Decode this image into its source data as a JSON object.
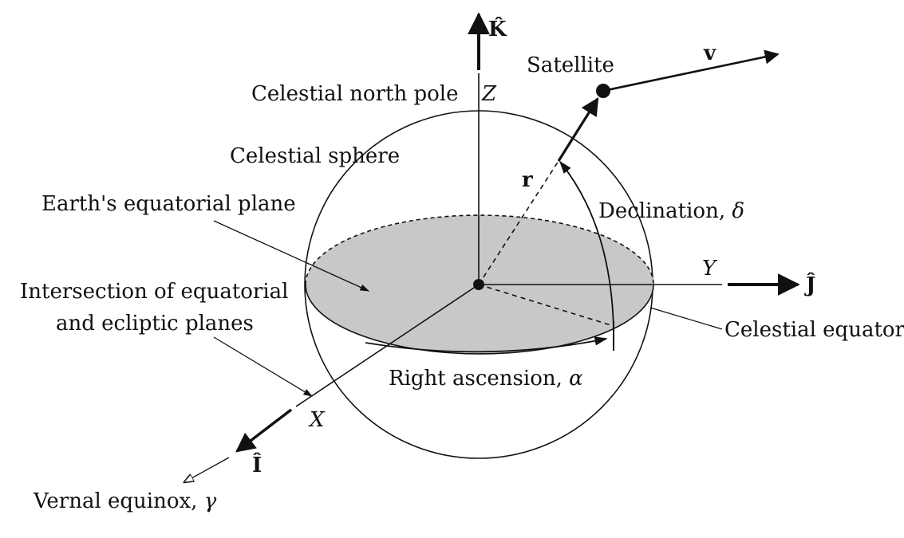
{
  "labels": {
    "k_hat": "K̂",
    "satellite": "Satellite",
    "v": "v",
    "celestial_north_pole": "Celestial north pole",
    "z": "Z",
    "celestial_sphere": "Celestial sphere",
    "r": "r",
    "earth_equatorial_plane": "Earth's equatorial plane",
    "declination_text": "Declination, ",
    "declination_symbol": "δ",
    "intersection_line1": "Intersection of equatorial",
    "intersection_line2": "and ecliptic planes",
    "y": "Y",
    "j_hat": "Ĵ",
    "celestial_equator": "Celestial equator",
    "right_ascension_text": "Right ascension, ",
    "right_ascension_symbol": "α",
    "x": "X",
    "i_hat": "Î",
    "vernal_equinox_text": "Vernal equinox, ",
    "vernal_equinox_symbol": "γ"
  },
  "colors": {
    "stroke": "#111111",
    "plane_fill": "#c8c8ca"
  }
}
